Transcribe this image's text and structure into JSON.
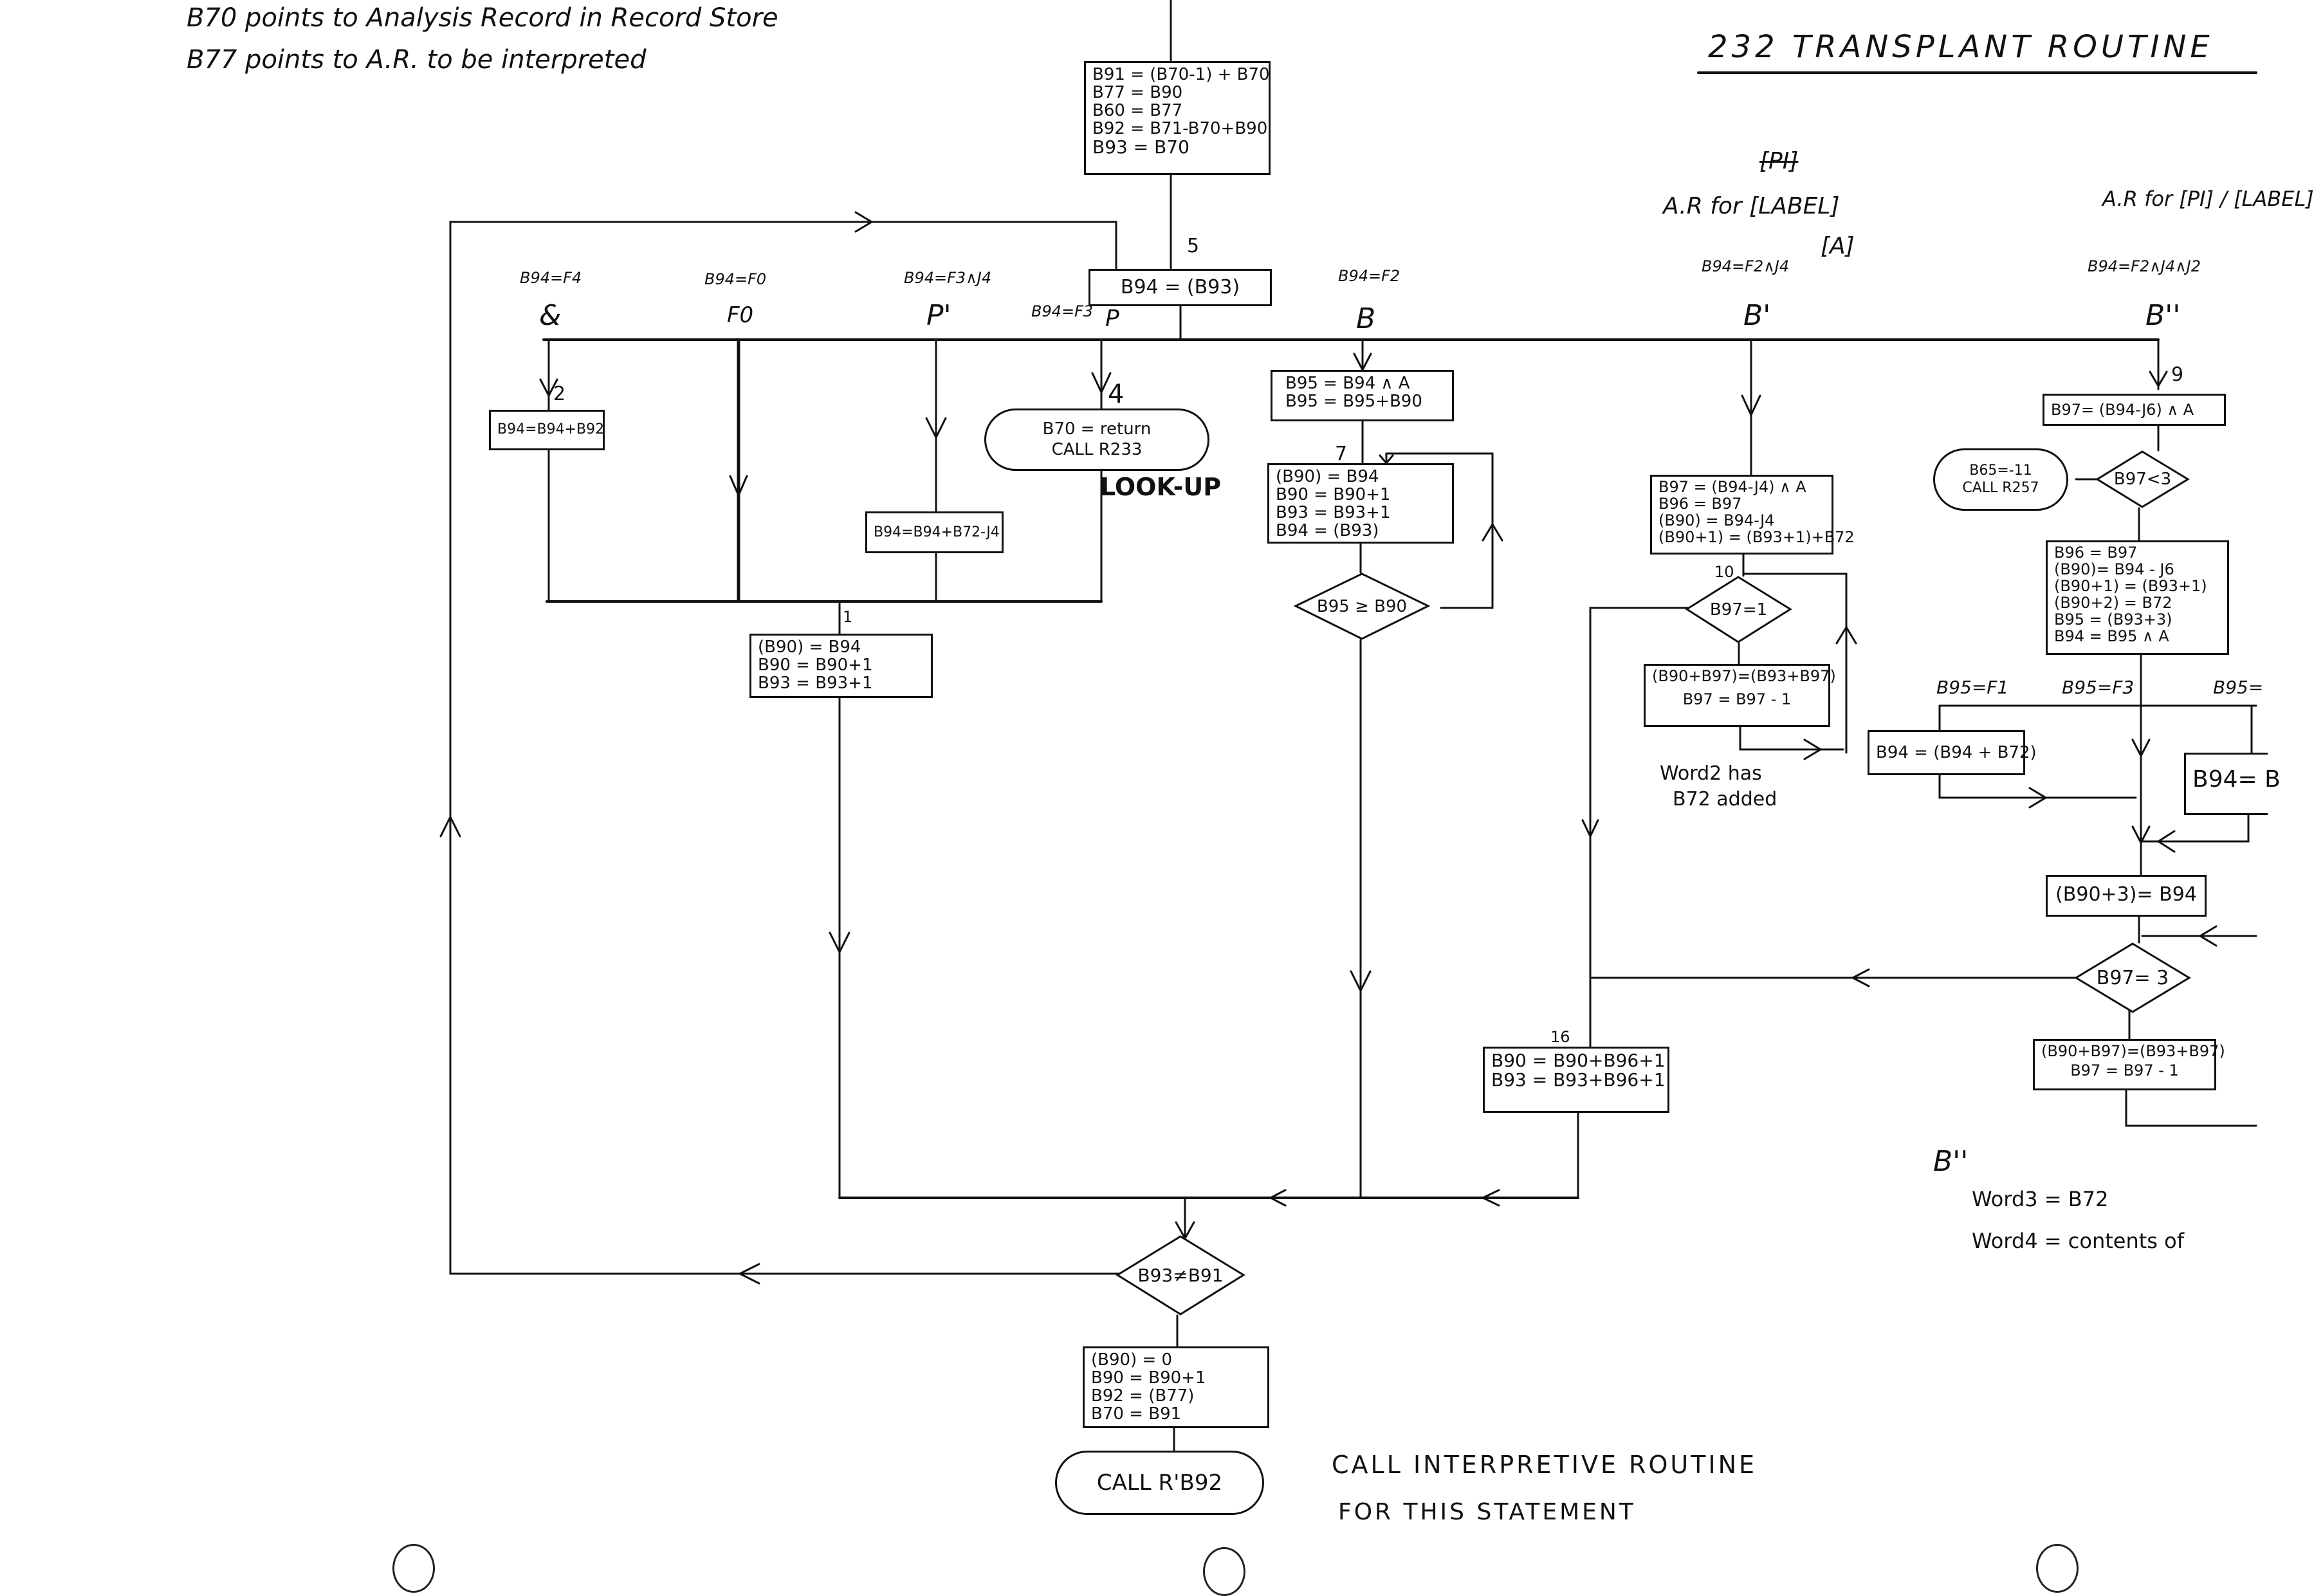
{
  "notes": {
    "line1": "B70 points to Analysis Record in Record Store",
    "line2": "B77 points to A.R. to be interpreted"
  },
  "header": {
    "title": "232   TRANSPLANT   ROUTINE"
  },
  "annotations": {
    "ar_for_label": "A.R for [LABEL]",
    "ar_for_pi": "[PI]",
    "ar_for_a": "[A]",
    "ar_for_right": "A.R for [PI] / [LABEL]",
    "b_double_prime_note": "B''",
    "word3": "Word3 = B72",
    "word4": "Word4 = contents of",
    "word2_note_line1": "Word2 has",
    "word2_note_line2": "B72 added",
    "call_note_line1": "CALL INTERPRETIVE ROUTINE",
    "call_note_line2": "FOR THIS STATEMENT",
    "lookup": "LOOK-UP"
  },
  "branches": [
    {
      "condition": "B94=F4",
      "label": "&"
    },
    {
      "condition": "B94=F0",
      "label": "F0"
    },
    {
      "condition": "B94=F3∧J4",
      "label": "P'"
    },
    {
      "condition": "B94=F3",
      "label": "P"
    },
    {
      "condition": "B94=F2",
      "label": "B"
    },
    {
      "condition": "B94=F2∧J4",
      "label": "B'"
    },
    {
      "condition": "B94=F2∧J4∧J2",
      "label": "B''"
    }
  ],
  "sub_branches": [
    {
      "condition": "B95=F1"
    },
    {
      "condition": "B95=F3"
    },
    {
      "condition": "B95="
    }
  ],
  "step_numbers": {
    "n1": "1",
    "n2": "2",
    "n4": "4",
    "n5": "5",
    "n7": "7",
    "n9": "9",
    "n10": "10",
    "n16": "16"
  },
  "boxes": {
    "init": [
      "B91 = (B70-1) + B70",
      "B77 = B90",
      "B60 = B77",
      "B92 = B71-B70+B90",
      "B93 = B70"
    ],
    "fetch": [
      "B94 = (B93)"
    ],
    "amp": [
      "B94=B94+B92"
    ],
    "pprime": [
      "B94=B94+B72-J4"
    ],
    "store1": [
      "(B90) = B94",
      "B90 = B90+1",
      "B93 = B93+1"
    ],
    "b_mask": [
      "B95 = B94 ∧ A",
      "B95 = B95+B90"
    ],
    "b_loop": [
      "(B90) = B94",
      "B90 = B90+1",
      "B93 = B93+1",
      "B94 = (B93)"
    ],
    "bprime_init": [
      "B97 = (B94-J4) ∧ A",
      "B96 = B97",
      "(B90) = B94-J4",
      "(B90+1) = (B93+1)+B72"
    ],
    "bprime_copy": [
      "(B90+B97)=(B93+B97)",
      "B97 = B97 - 1"
    ],
    "b16": [
      "B90 = B90+B96+1",
      "B93 = B93+B96+1"
    ],
    "bdp_mask": [
      "B97= (B94-J6) ∧ A"
    ],
    "bdp_init": [
      "B96 = B97",
      "(B90)= B94 - J6",
      "(B90+1) = (B93+1)",
      "(B90+2) = B72",
      "B95 = (B93+3)",
      "B94 = B95 ∧ A"
    ],
    "bdp_f1": [
      "B94 = (B94 + B72)"
    ],
    "bdp_right": [
      "B94= B"
    ],
    "bdp_store": [
      "(B90+3)= B94"
    ],
    "bdp_copy": [
      "(B90+B97)=(B93+B97)",
      "B97 = B97 - 1"
    ],
    "final": [
      "(B90) = 0",
      "B90 = B90+1",
      "B92 = (B77)",
      "B70 = B91"
    ]
  },
  "terminals": {
    "lookup_call": [
      "B70 = return",
      "CALL R233"
    ],
    "error_call": [
      "B65=-11",
      "CALL R257"
    ],
    "interp_call": [
      "CALL R'B92"
    ]
  },
  "decisions": {
    "b_loop_test": "B95 ≥ B90",
    "bprime_test": "B97=1",
    "bdp_lt3": "B97<3",
    "bdp_eq3": "B97= 3",
    "end_test": "B93≠B91"
  }
}
